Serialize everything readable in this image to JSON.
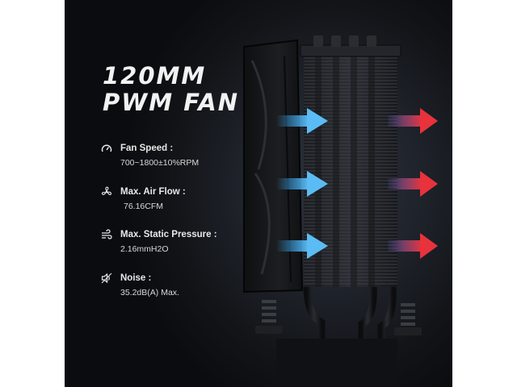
{
  "headline": {
    "line1": "120MM",
    "line2": "PWM FAN"
  },
  "specs": [
    {
      "icon": "speedometer-icon",
      "label": "Fan Speed :",
      "value": "700~1800±10%RPM"
    },
    {
      "icon": "fan-icon",
      "label": "Max. Air Flow :",
      "value": "76.16CFM"
    },
    {
      "icon": "wind-icon",
      "label": "Max. Static Pressure :",
      "value": "2.16mmH2O"
    },
    {
      "icon": "speaker-icon",
      "label": "Noise :",
      "value": "35.2dB(A) Max."
    }
  ],
  "colors": {
    "arrow_cool": "#3aa6e8",
    "arrow_hot": "#e8323c",
    "background": "#14171c",
    "text": "#f2f2f2"
  }
}
